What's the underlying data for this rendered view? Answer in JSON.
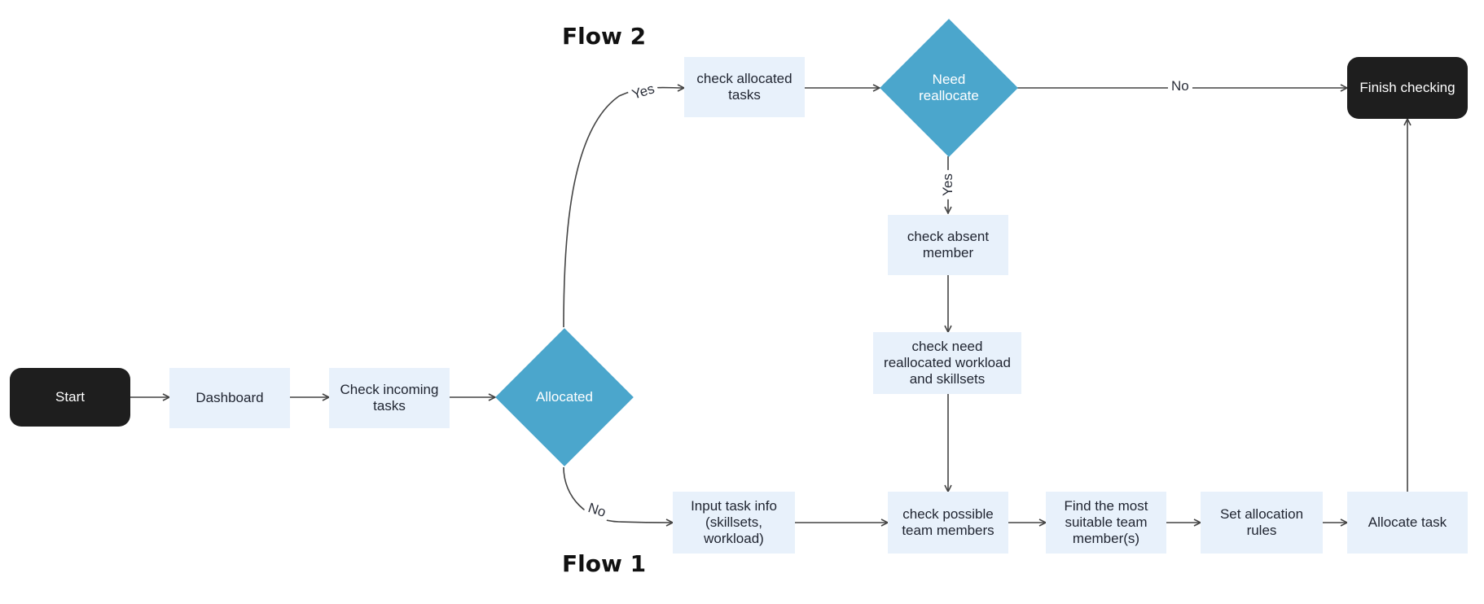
{
  "titles": {
    "flow2": "Flow 2",
    "flow1": "Flow 1"
  },
  "nodes": {
    "start": "Start",
    "dashboard": "Dashboard",
    "check_incoming": "Check incoming\ntasks",
    "allocated": "Allocated",
    "check_allocated": "check allocated\ntasks",
    "need_reallocate": "Need\nreallocate",
    "finish": "Finish checking",
    "check_absent": "check absent\nmember",
    "check_need": "check need\nreallocated workload\nand skillsets",
    "input_task": "Input task info\n(skillsets,\nworkload)",
    "check_possible": "check possible\nteam members",
    "find_suitable": "Find the most\nsuitable team\nmember(s)",
    "set_rules": "Set allocation\nrules",
    "allocate_task": "Allocate task"
  },
  "edge_labels": {
    "yes_allocated": "Yes",
    "no_allocated": "No",
    "yes_reallocate": "Yes",
    "no_reallocate": "No"
  },
  "colors": {
    "process_fill": "#e8f1fb",
    "decision_fill": "#4ba6cc",
    "terminal_fill": "#1e1e1e",
    "line": "#444444"
  }
}
